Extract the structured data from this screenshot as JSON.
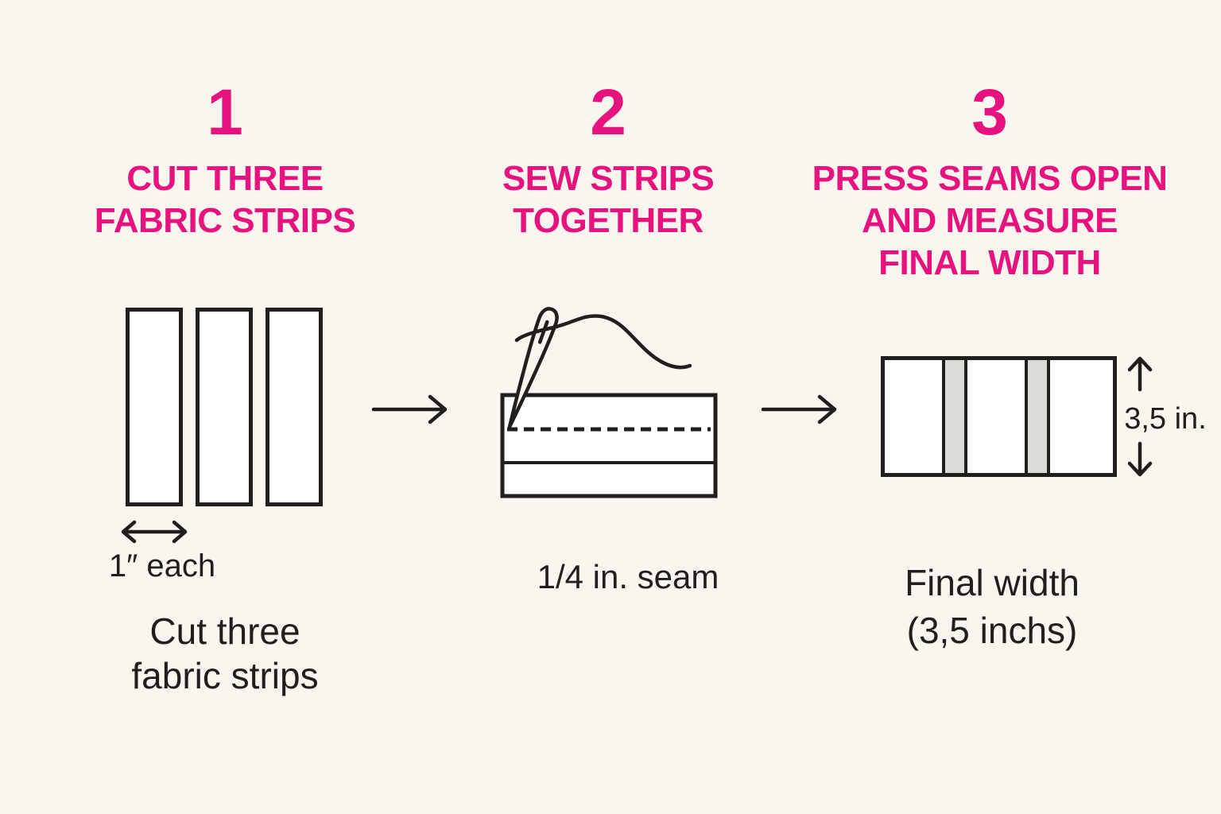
{
  "title": "Fabric strip sewing steps infographic",
  "colors": {
    "background": "#FAF6EF",
    "accent_pink": "#E6127D",
    "ink": "#201F1D",
    "seam_gray": "#DBDBD8",
    "shape_fill": "#FEFDFB"
  },
  "steps": [
    {
      "number": "1",
      "title_lines": [
        "CUT THREE",
        "FABRIC STRIPS"
      ],
      "width_label": "1″ each",
      "caption_lines": [
        "Cut three",
        "fabric strips"
      ]
    },
    {
      "number": "2",
      "title_lines": [
        "SEW STRIPS",
        "TOGETHER"
      ],
      "caption": "1/4 in. seam"
    },
    {
      "number": "3",
      "title_lines": [
        "PRESS SEAMS OPEN",
        "AND MEASURE",
        "FINAL WIDTH"
      ],
      "measure_label": "3,5 in.",
      "caption_lines": [
        "Final width",
        "(3,5 inchs)"
      ]
    }
  ]
}
